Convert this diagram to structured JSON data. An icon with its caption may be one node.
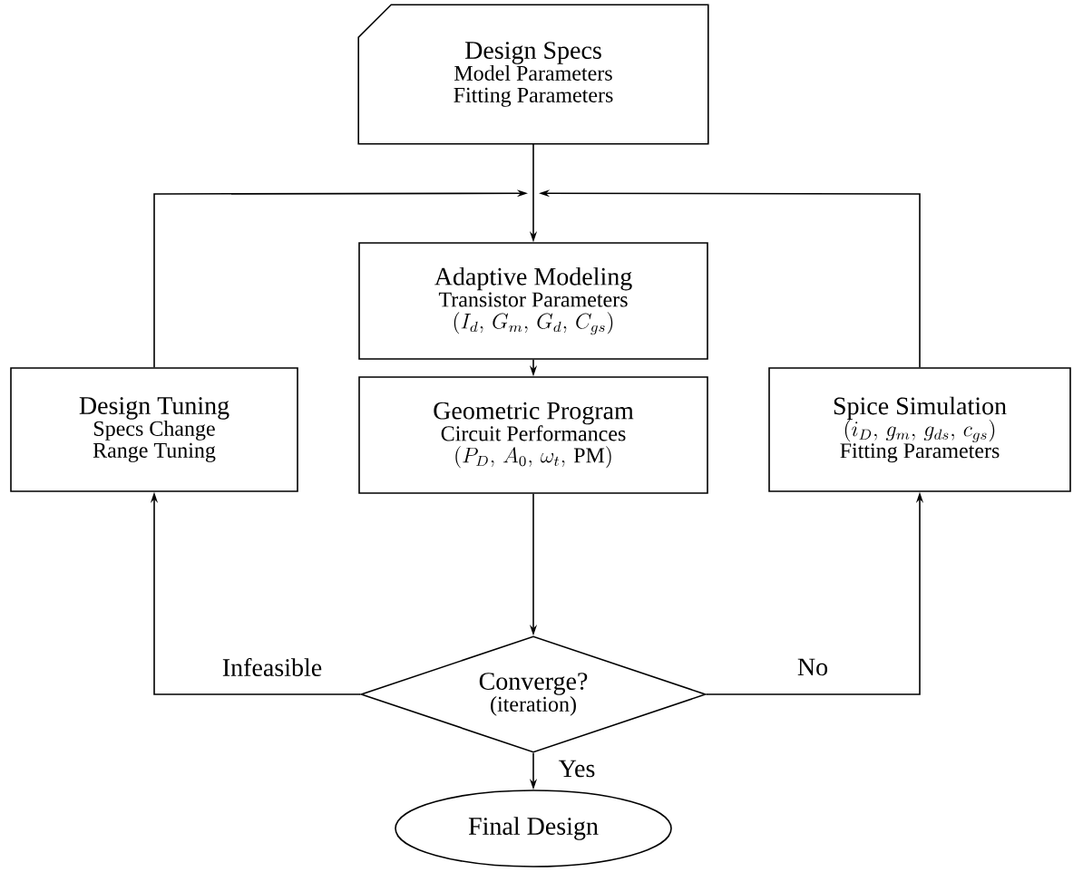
{
  "diagram": {
    "nodes": [
      {
        "text": [
          "Design Specs",
          "Model Parameters",
          "Fitting Parameters"
        ]
      },
      {
        "text": [
          "Adaptive Modeling",
          "Transistor Parameters",
          "(I_d,\\, G_m,\\, G_d,\\, C_{gs})"
        ]
      },
      {
        "text": [
          "Geometric Program",
          "Circuit Performances",
          "(P_D,\\, A_0,\\, \\omega_t,\\, \\mathrm{PM})"
        ]
      },
      {
        "text": [
          "Design Tuning",
          "Specs Change",
          "Range Tuning"
        ]
      },
      {
        "text": [
          "Spice Simulation",
          "(i_D,\\, g_m,\\, g_{ds},\\, c_{gs})",
          "Fitting Parameters"
        ]
      },
      {
        "text": [
          "Converge?",
          "(iteration)"
        ]
      },
      {
        "text": [
          "Final Design"
        ]
      }
    ],
    "edges": [
      {
        "from": 0,
        "to": 1,
        "arrow": "to"
      },
      {
        "from": 3,
        "to": 1,
        "arrow": "to"
      },
      {
        "from": 4,
        "to": 1,
        "arrow": "to"
      },
      {
        "from": 1,
        "to": 2,
        "arrow": "to"
      },
      {
        "from": 2,
        "to": 5,
        "arrow": "to"
      },
      {
        "from": 5,
        "to": 3,
        "arrow": "to",
        "label": "Infeasible"
      },
      {
        "from": 5,
        "to": 4,
        "arrow": "to",
        "label": "No"
      },
      {
        "from": 5,
        "to": 6,
        "arrow": "to",
        "label": "Yes"
      }
    ]
  }
}
